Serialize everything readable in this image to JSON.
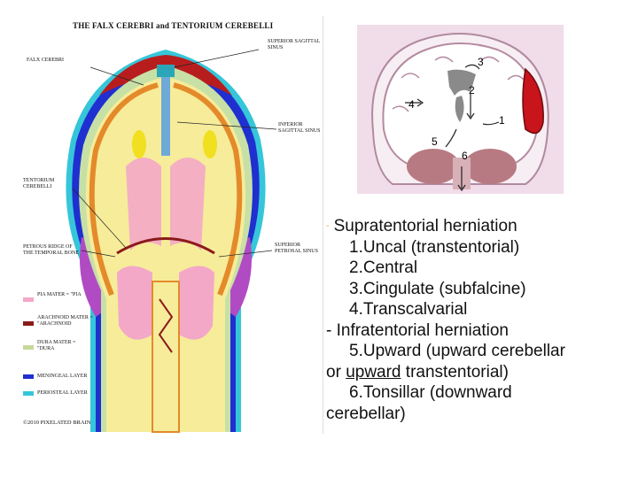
{
  "left_diagram": {
    "title": "THE FALX CEREBRI and TENTORIUM CEREBELLI",
    "labels": {
      "superior_sagittal_sinus": "SUPERIOR SAGITTAL SINUS",
      "falx_cerebri": "FALX CEREBRI",
      "inferior_sagittal_sinus": "INFERIOR SAGITTAL SINUS",
      "tentorium_cerebelli": "TENTORIUM CEREBELLI",
      "petrous_ridge": "PETROUS RIDGE of the TEMPORAL BONE",
      "superior_petrosal_sinus": "SUPERIOR PETROSAL SINUS"
    },
    "legend": [
      {
        "text": "PIA MATER = \"PIA",
        "color": "#f4a8c8"
      },
      {
        "text": "ARACHNOID MATER = \"ARACHNOID",
        "color": "#8b1a1a"
      },
      {
        "text": "DURA MATER = \"DURA",
        "color": "#c7d99a"
      },
      {
        "text": "MENINGEAL LAYER",
        "color": "#1f2fd0"
      },
      {
        "text": "PERIOSTEAL LAYER",
        "color": "#36c6d9"
      }
    ],
    "copyright": "©2010 PIXELATED BRAIN"
  },
  "right_diagram": {
    "numbers": [
      "1",
      "2",
      "3",
      "4",
      "5",
      "6"
    ]
  },
  "text": {
    "line1": "Supratentorial herniation",
    "line2": "1.Uncal (transtentorial)",
    "line3": "2.Central",
    "line4": "3.Cingulate (subfalcine)",
    "line5": "4.Transcalvarial",
    "line6": "- Infratentorial herniation",
    "line7": "5.Upward (upward cerebellar",
    "line8_pre": "or ",
    "line8_ul": "upward",
    "line8_post": " transtentorial)",
    "line9": "6.Tonsillar (downward",
    "line10": "cerebellar)"
  }
}
